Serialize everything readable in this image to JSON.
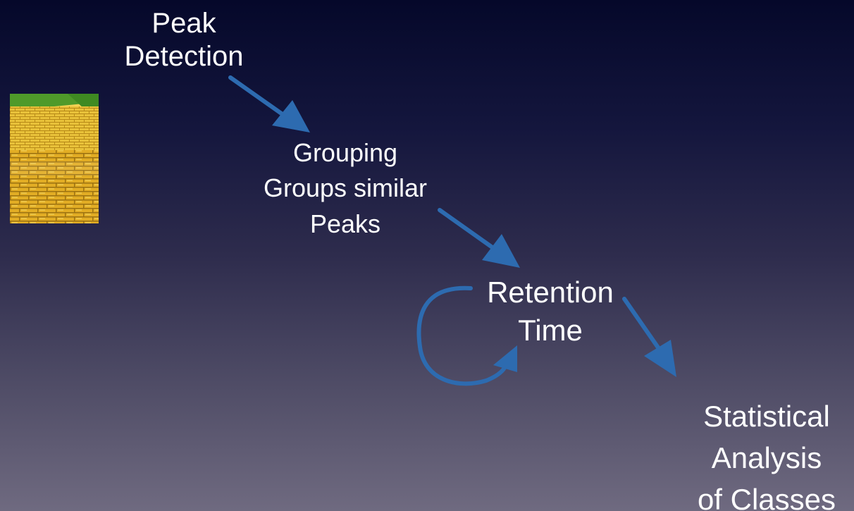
{
  "steps": {
    "peak_detection": [
      "Peak",
      "Detection"
    ],
    "grouping": [
      "Grouping",
      "Groups similar",
      "Peaks"
    ],
    "retention_time": [
      "Retention",
      "Time"
    ],
    "statistical_analysis": [
      "Statistical",
      "Analysis",
      "of Classes"
    ]
  },
  "colors": {
    "arrow": "#2d6bb0",
    "text": "#ffffff",
    "background_top": "#05082a",
    "background_bottom": "#6f6a80",
    "brick": "#e3b428",
    "grass": "#4f9a2a"
  },
  "icons": {
    "road_image": "yellow-brick-road-image",
    "arrows": [
      "arrow-peak-to-grouping",
      "arrow-grouping-to-retention",
      "loop-arrow-retention",
      "arrow-retention-to-stats"
    ]
  }
}
